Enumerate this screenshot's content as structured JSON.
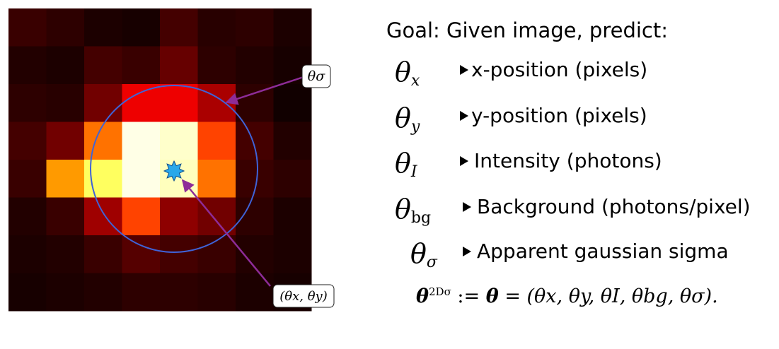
{
  "heatmap": {
    "grid": [
      [
        0.1,
        0.08,
        0.05,
        0.04,
        0.12,
        0.07,
        0.08,
        0.05
      ],
      [
        0.06,
        0.05,
        0.12,
        0.1,
        0.18,
        0.08,
        0.06,
        0.04
      ],
      [
        0.08,
        0.07,
        0.2,
        0.42,
        0.42,
        0.3,
        0.08,
        0.03
      ],
      [
        0.12,
        0.2,
        0.62,
        1.0,
        0.98,
        0.55,
        0.12,
        0.06
      ],
      [
        0.1,
        0.68,
        0.9,
        1.0,
        0.97,
        0.62,
        0.1,
        0.08
      ],
      [
        0.06,
        0.1,
        0.28,
        0.55,
        0.25,
        0.2,
        0.08,
        0.05
      ],
      [
        0.05,
        0.06,
        0.1,
        0.15,
        0.12,
        0.1,
        0.06,
        0.05
      ],
      [
        0.04,
        0.05,
        0.06,
        0.08,
        0.08,
        0.07,
        0.05,
        0.04
      ]
    ]
  },
  "labels": {
    "sigma": "θσ",
    "center": "(θx, θy)"
  },
  "goal": "Goal: Given image, predict:",
  "params": [
    {
      "sym": "θ",
      "sub": "x",
      "desc": "x-position (pixels)"
    },
    {
      "sym": "θ",
      "sub": "y",
      "desc": "y-position (pixels)"
    },
    {
      "sym": "θ",
      "sub": "I",
      "desc": "Intensity (photons)"
    },
    {
      "sym": "θ",
      "sub": "bg",
      "desc": "Background (photons/pixel)"
    },
    {
      "sym": "θ",
      "sub": "σ",
      "desc": "Apparent gaussian sigma"
    }
  ],
  "formula": {
    "lhs": "θ",
    "lhs_sup": "2Dσ",
    "assign": " := ",
    "bold": "θ",
    "rhs": " = (θx, θy, θI, θbg, θσ)."
  },
  "colors": {
    "circle": "#3f63d8",
    "arrow": "#8e2c98",
    "star": "#2aa8ea"
  }
}
